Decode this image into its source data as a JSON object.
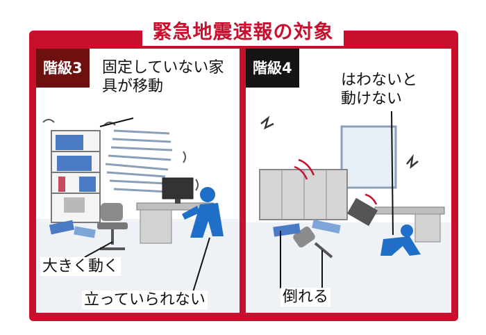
{
  "title": "緊急地震速報の対象",
  "colors": {
    "frame": "#c8102e",
    "badge_level3": "#6e1010",
    "badge_level4": "#151515",
    "person": "#1f6fc8"
  },
  "panels": [
    {
      "badge": "階級3",
      "labels": {
        "top": "固定していない家具が移動",
        "move": "大きく動く",
        "stand": "立っていられない"
      }
    },
    {
      "badge": "階級4",
      "labels": {
        "crawl": "はわないと動けない",
        "fall": "倒れる"
      }
    }
  ]
}
